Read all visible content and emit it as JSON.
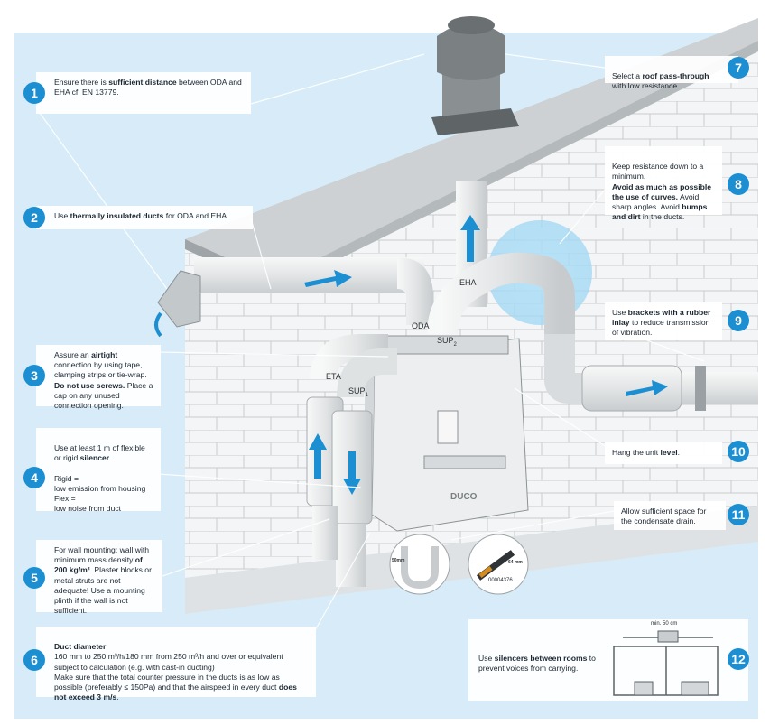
{
  "labels": {
    "duct_oda": "ODA",
    "duct_eha": "EHA",
    "duct_eta": "ETA",
    "duct_sup1_prefix": "SUP",
    "duct_sup1_sub": "1",
    "duct_sup2_prefix": "SUP",
    "duct_sup2_sub": "2",
    "brand": "DUCO",
    "trap_size_1": "50mm",
    "trap_size_2": "64 mm",
    "part_number": "00004376",
    "diagram_min_distance": "min. 50 cm"
  },
  "callouts": [
    {
      "num": "1",
      "parts": [
        [
          "Ensure there is ",
          false
        ],
        [
          "sufficient distance",
          true
        ],
        [
          " between ODA and EHA cf. EN 13779.",
          false
        ]
      ]
    },
    {
      "num": "2",
      "parts": [
        [
          "Use ",
          false
        ],
        [
          "thermally insulated ducts",
          true
        ],
        [
          " for ODA and EHA.",
          false
        ]
      ]
    },
    {
      "num": "3",
      "parts": [
        [
          "Assure an ",
          false
        ],
        [
          "airtight",
          true
        ],
        [
          " connection by using tape, clamping strips or tie-wrap. ",
          false
        ],
        [
          "Do not use screws.",
          true
        ],
        [
          " Place a cap on any unused connection opening.",
          false
        ]
      ]
    },
    {
      "num": "4",
      "parts": [
        [
          "Use at least 1 m of flexible or rigid ",
          false
        ],
        [
          "silencer",
          true
        ],
        [
          ".",
          false
        ],
        [
          "\n\nRigid =\nlow emission from housing\nFlex =\nlow noise from duct",
          false
        ]
      ]
    },
    {
      "num": "5",
      "parts": [
        [
          "For wall mounting: wall with minimum mass density ",
          false
        ],
        [
          "of 200 kg/m²",
          true
        ],
        [
          ". Plaster blocks or metal struts are not adequate! Use a mounting plinth if the wall is not sufficient.",
          false
        ]
      ]
    },
    {
      "num": "6",
      "parts": [
        [
          "Duct diameter",
          true
        ],
        [
          ":\n160 mm to 250 m³/h/180 mm from 250 m³/h and over or equivalent subject to calculation (e.g. with cast-in ducting)\nMake sure that the total counter pressure in the ducts is as low as possible (preferably ≤ 150Pa) and that the airspeed in every duct ",
          false
        ],
        [
          "does not exceed 3 m/s",
          true
        ],
        [
          ".",
          false
        ]
      ]
    },
    {
      "num": "7",
      "parts": [
        [
          "Select a ",
          false
        ],
        [
          "roof pass-through",
          true
        ],
        [
          "\nwith low resistance.",
          false
        ]
      ]
    },
    {
      "num": "8",
      "parts": [
        [
          "Keep resistance down to a minimum.\n",
          false
        ],
        [
          "Avoid as much as possible the use of curves.",
          true
        ],
        [
          " Avoid sharp angles. Avoid ",
          false
        ],
        [
          "bumps and dirt",
          true
        ],
        [
          " in the ducts.",
          false
        ]
      ]
    },
    {
      "num": "9",
      "parts": [
        [
          "Use ",
          false
        ],
        [
          "brackets with a rubber inlay",
          true
        ],
        [
          " to reduce transmission of vibration.",
          false
        ]
      ]
    },
    {
      "num": "10",
      "parts": [
        [
          "Hang the unit ",
          false
        ],
        [
          "level",
          true
        ],
        [
          ".",
          false
        ]
      ]
    },
    {
      "num": "11",
      "parts": [
        [
          "Allow sufficient space for the condensate drain.",
          false
        ]
      ]
    },
    {
      "num": "12",
      "parts": [
        [
          "Use ",
          false
        ],
        [
          "silencers between rooms",
          true
        ],
        [
          " to prevent voices from carrying.",
          false
        ]
      ]
    }
  ],
  "colors": {
    "sky": "#d6ecf8",
    "wall": "#f2f4f5",
    "brick_line": "#c9ccce",
    "roof": "#cfd3d5",
    "accent": "#1b8fd2",
    "unit": "#e9ebec"
  }
}
